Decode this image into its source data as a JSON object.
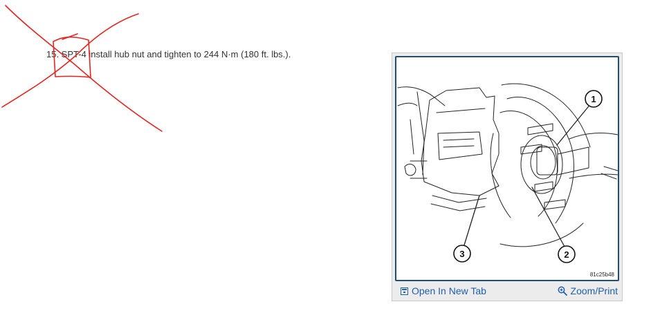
{
  "step": {
    "text": "15. SPT-4 install hub nut and tighten to 244 N·m (180 ft. lbs.)."
  },
  "figure": {
    "callouts": [
      "1",
      "2",
      "3"
    ],
    "code": "81c25b48",
    "open_label": "Open In New Tab",
    "zoom_label": "Zoom/Print"
  },
  "colors": {
    "markup": "#e8231e",
    "frame_border": "#1f4e79",
    "link": "#1f5fa8",
    "text": "#333333"
  },
  "icons": {
    "open": "open-in-new-tab-icon",
    "zoom": "magnifier-plus-icon"
  }
}
